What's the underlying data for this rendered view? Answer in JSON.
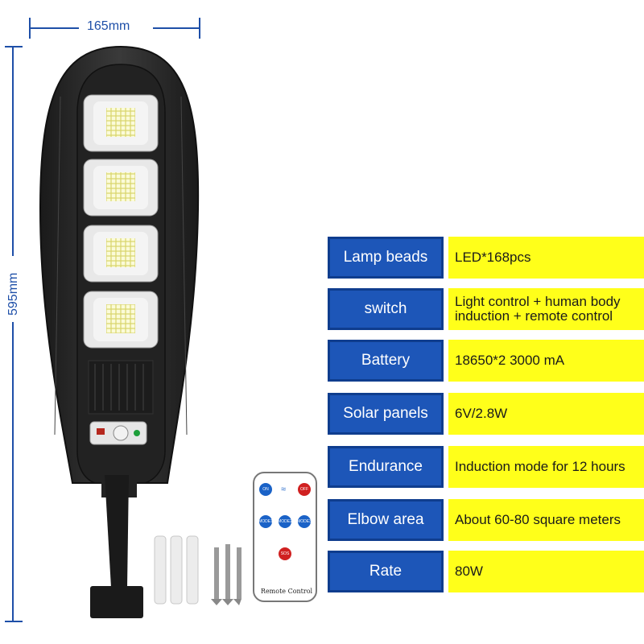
{
  "dimensions": {
    "width_label": "165mm",
    "height_label": "595mm"
  },
  "specs": [
    {
      "label": "Lamp beads",
      "value": "LED*168pcs"
    },
    {
      "label": "switch",
      "value": "Light control + human body\ninduction + remote control"
    },
    {
      "label": "Battery",
      "value": "18650*2 3000 mA"
    },
    {
      "label": "Solar panels",
      "value": "6V/2.8W"
    },
    {
      "label": "Endurance",
      "value": "Induction mode for 12 hours"
    },
    {
      "label": "Elbow area",
      "value": "About 60-80 square meters"
    },
    {
      "label": "Rate",
      "value": "80W"
    }
  ],
  "remote": {
    "label": "Remote Control",
    "on": "ON",
    "off": "OFF",
    "mode1": "MODE1",
    "mode2": "MODE2",
    "mode3": "MODE3",
    "sos": "SOS"
  },
  "colors": {
    "label_bg": "#1d56b8",
    "value_bg": "#ffff1a",
    "annotation": "#1e4fa8",
    "lamp_body": "#2b2b2b"
  }
}
